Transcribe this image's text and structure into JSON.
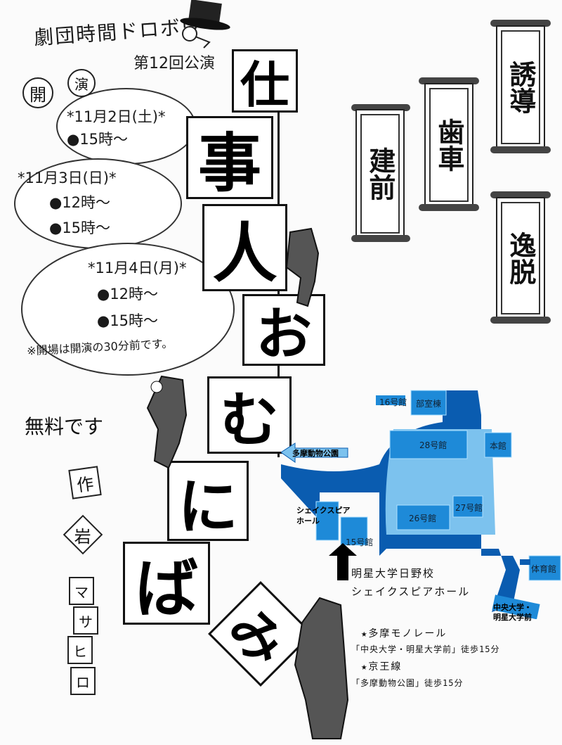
{
  "header": {
    "troupe": "劇団時間ドロボウ",
    "performance": "第12回公演"
  },
  "title": {
    "chars": [
      "仕",
      "事",
      "人",
      "お",
      "む",
      "に",
      "ば",
      "み"
    ]
  },
  "schedule": {
    "label_chars": [
      "開",
      "演"
    ],
    "days": [
      {
        "date": "*11月2日(土)*",
        "times": [
          "●15時〜"
        ]
      },
      {
        "date": "*11月3日(日)*",
        "times": [
          "●12時〜",
          "●15時〜"
        ]
      },
      {
        "date": "*11月4日(月)*",
        "times": [
          "●12時〜",
          "●15時〜"
        ]
      }
    ],
    "note": "※開場は開演の30分前です。"
  },
  "admission": "無料です",
  "author": {
    "label": "作",
    "name_chars": [
      "岩",
      "マ",
      "サ",
      "ヒ",
      "ロ"
    ]
  },
  "scrolls": [
    "建前",
    "歯車",
    "誘導",
    "逸脱"
  ],
  "map": {
    "colors": {
      "road": "#0a5cb0",
      "building": "#1e8ad8",
      "area": "#7cc2ee"
    },
    "buildings": [
      "16号館",
      "部室棟",
      "28号館",
      "本館",
      "27号館",
      "26号館",
      "15号館",
      "体育館"
    ],
    "hall_label_lines": [
      "シェイクスピア",
      "ホール"
    ],
    "arrow_label": "多摩動物公園",
    "station_lines": [
      "中央大学・",
      "明星大学前"
    ]
  },
  "venue": {
    "line1": "明星大学日野校",
    "line2": "シェイクスピアホール"
  },
  "access": [
    {
      "line": "★多摩モノレール",
      "detail": "「中央大学・明星大学前」徒歩15分"
    },
    {
      "line": "★京王線",
      "detail": "「多摩動物公園」徒歩15分"
    }
  ]
}
